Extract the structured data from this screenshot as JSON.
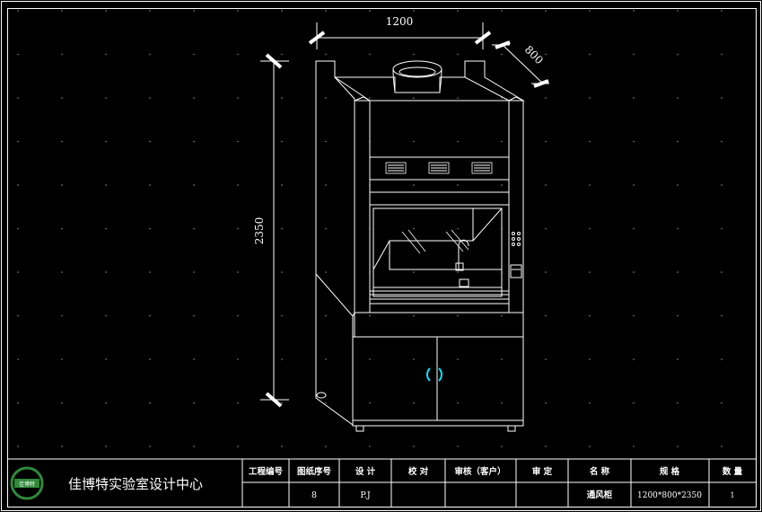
{
  "drawing": {
    "dimensions": {
      "width": "1200",
      "depth": "800",
      "height": "2350"
    }
  },
  "title_block": {
    "company_name": "佳博特实验室设计中心",
    "logo_text": "佳博特",
    "headers": {
      "project_no": "工程编号",
      "drawing_seq": "图纸序号",
      "design": "设  计",
      "check": "校  对",
      "review_client": "审核（客户）",
      "approve": "审  定",
      "name": "名  称",
      "spec": "规  格",
      "qty": "数  量"
    },
    "values": {
      "project_no": "",
      "drawing_seq": "8",
      "design": "P.J",
      "check": "",
      "review_client": "",
      "approve": "",
      "name": "通风柜",
      "spec": "1200*800*2350",
      "qty": "1"
    }
  },
  "colors": {
    "background": "#000000",
    "line": "#ffffff",
    "accent": "#00e5ff",
    "logo_green": "#2f8a3a"
  }
}
